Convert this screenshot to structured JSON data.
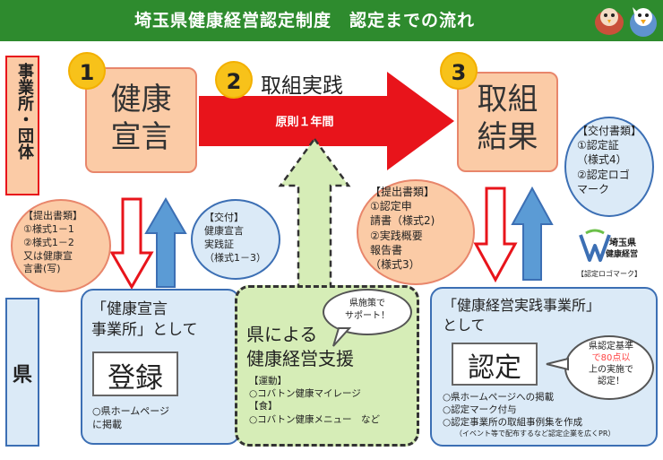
{
  "title": "埼玉県健康経営認定制度　認定までの流れ",
  "left_labels": {
    "org": "事業所・団体",
    "pref": "県"
  },
  "steps": [
    {
      "num": "1",
      "label": "健康宣言"
    },
    {
      "num": "2",
      "label": "取組実践",
      "arrow_text": "原則１年間"
    },
    {
      "num": "3",
      "label": "取組結果"
    }
  ],
  "step1_label_lines": [
    "健康",
    "宣言"
  ],
  "step3_label_lines": [
    "取組",
    "結果"
  ],
  "submit1": {
    "title": "【提出書類】",
    "lines": [
      "①様式1－1",
      "②様式1－2",
      "又は健康宣",
      "言書(写)"
    ]
  },
  "issue1": {
    "title": "【交付】",
    "lines": [
      "健康宣言",
      "実践証",
      "（様式1－3）"
    ]
  },
  "submit3": {
    "title": "【提出書類】",
    "lines": [
      "①認定申",
      "請書（様式2)",
      "②実践概要",
      "報告書",
      "（様式3）"
    ]
  },
  "issue3": {
    "title": "【交付書類】",
    "lines": [
      "①認定証",
      "（様式4）",
      "②認定ロゴ",
      "マーク"
    ]
  },
  "logo": {
    "line1": "埼玉県",
    "line2": "健康経営",
    "caption": "【認定ロゴマーク】"
  },
  "reg_box": {
    "heading_lines": [
      "「健康宣言",
      "事業所」として"
    ],
    "stamp": "登録",
    "notes": [
      "○県ホームページ",
      "に掲載"
    ]
  },
  "support_box": {
    "heading_lines": [
      "県による",
      "健康経営支援"
    ],
    "bubble_lines": [
      "県施策で",
      "サポート！"
    ],
    "items": [
      "【運動】",
      "○コバトン健康マイレージ",
      "【食】",
      "○コバトン健康メニュー　など"
    ]
  },
  "cert_box": {
    "heading_lines": [
      "「健康経営実践事業所」",
      "として"
    ],
    "stamp": "認定",
    "bubble_lines": [
      "県認定基準",
      "で80点以",
      "上の実施で",
      "認定！"
    ],
    "notes": [
      "○県ホームページへの掲載",
      "○認定マーク付与",
      "○認定事業所の取組事例集を作成"
    ],
    "footnote": "（イベント等で配布するなど認定企業を広くPR）"
  },
  "colors": {
    "title_bar": "#2e8b2e",
    "badge": "#f7c21a",
    "peach": "#fbcba6",
    "red_arrow": "#e8141b",
    "blue": "#3c6fb4",
    "green": "#d6edb7",
    "highlight": "#ff4444"
  }
}
